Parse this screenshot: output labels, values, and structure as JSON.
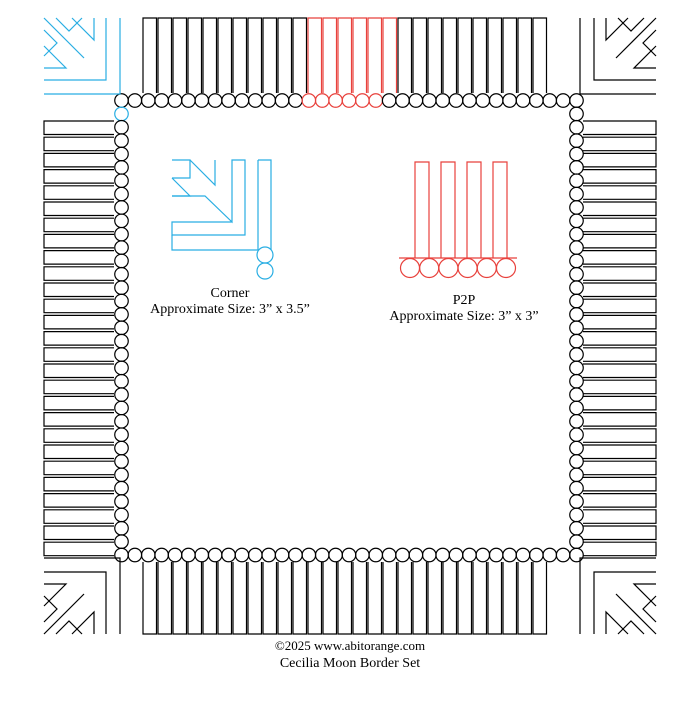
{
  "corner_block": {
    "label": "Corner",
    "size_text": "Approximate Size: 3” x 3.5”"
  },
  "p2p_block": {
    "label": "P2P",
    "size_text": "Approximate Size: 3” x 3”"
  },
  "footer": {
    "copyright": "©2025 www.abitorange.com",
    "title": "Cecilia Moon Border Set"
  },
  "colors": {
    "outline": "#000000",
    "corner_highlight": "#29aee3",
    "p2p_highlight": "#e8413c",
    "background": "#ffffff"
  }
}
